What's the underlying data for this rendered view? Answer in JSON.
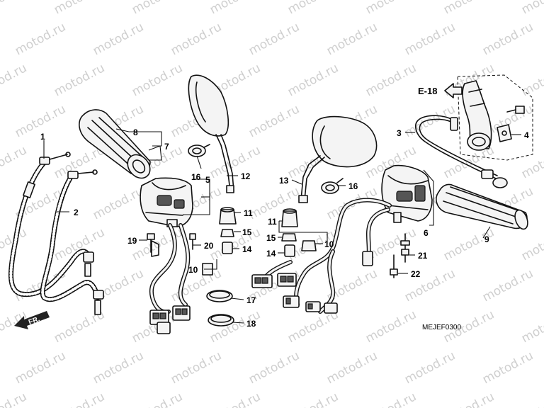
{
  "watermark": "motod.ru",
  "reference": "E-18",
  "diagram_code": "MEJEF0300",
  "front_label": "FR.",
  "callouts": [
    "1",
    "2",
    "3",
    "4",
    "5",
    "6",
    "7",
    "8",
    "9",
    "10",
    "10",
    "11",
    "11",
    "12",
    "13",
    "14",
    "14",
    "15",
    "15",
    "16",
    "16",
    "17",
    "18",
    "19",
    "20",
    "21",
    "22"
  ]
}
